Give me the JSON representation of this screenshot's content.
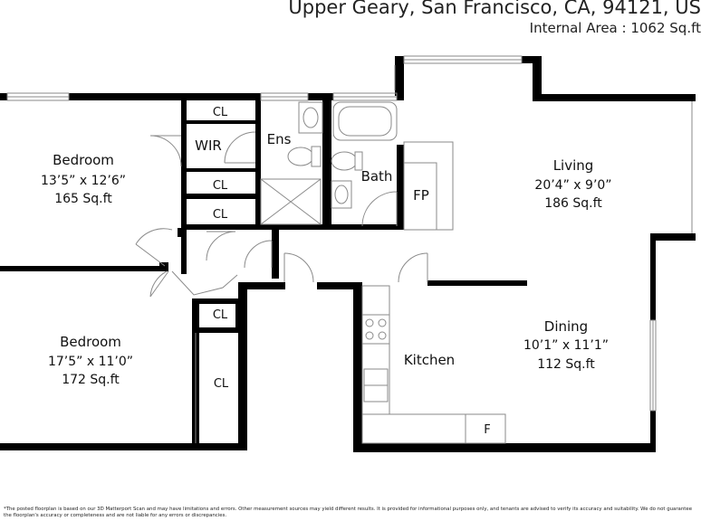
{
  "header": {
    "address": "Upper Geary, San Francisco, CA, 94121, US",
    "internal_area": "Internal Area : 1062 Sq.ft"
  },
  "rooms": {
    "bedroom1": {
      "name": "Bedroom",
      "dims": "13’5” x 12’6”",
      "area": "165 Sq.ft"
    },
    "bedroom2": {
      "name": "Bedroom",
      "dims": "17’5” x 11’0”",
      "area": "172 Sq.ft"
    },
    "living": {
      "name": "Living",
      "dims": "20’4” x 9’0”",
      "area": "186 Sq.ft"
    },
    "dining": {
      "name": "Dining",
      "dims": "10’1” x 11’1”",
      "area": "112 Sq.ft"
    },
    "kitchen": {
      "name": "Kitchen"
    },
    "bath": {
      "name": "Bath"
    },
    "ensuite": {
      "name": "Ens"
    },
    "wir": {
      "name": "WIR"
    },
    "fireplace": {
      "name": "FP"
    },
    "fridge": {
      "name": "F"
    },
    "closet_label": "CL"
  },
  "disclaimer": "*The posted floorplan is based on our 3D Matterport Scan and may have limitations and errors. Other measurement sources may yield different results. It is provided for informational purposes only, and tenants are advised to verify its accuracy and suitability. We do not guarantee the floorplan's accuracy or completeness and are not liable for any errors or discrepancies."
}
